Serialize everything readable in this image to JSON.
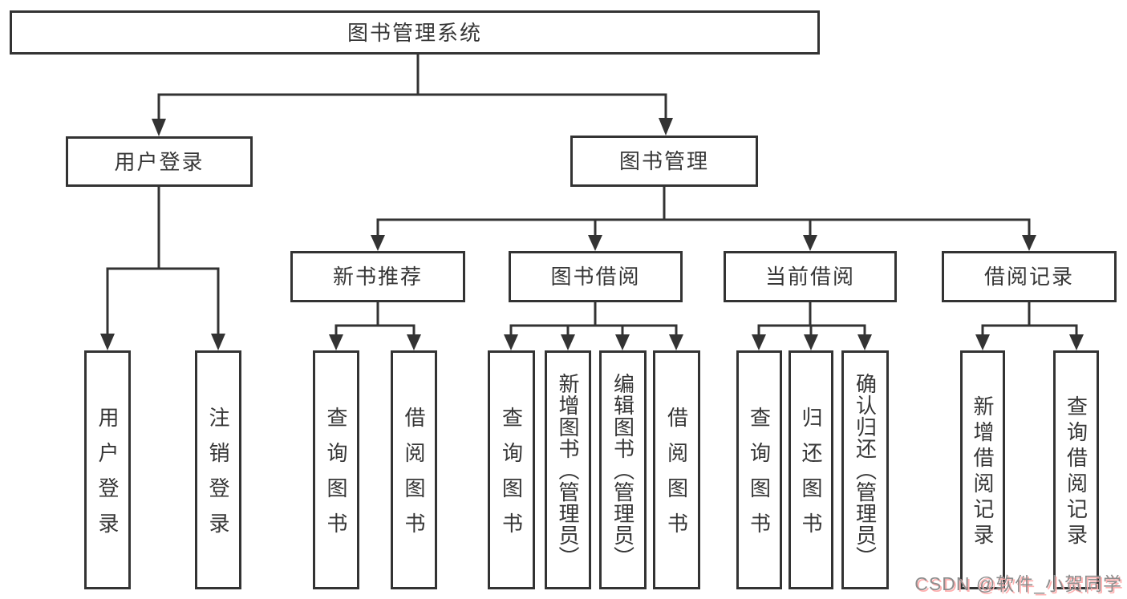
{
  "diagram": {
    "type": "hierarchy",
    "title": "图书管理系统"
  },
  "colors": {
    "line": "#333333",
    "node_border": "#333333",
    "node_background": "#ffffff",
    "text": "#363636",
    "watermark_text": "#8d8d8d",
    "watermark_shadow": "#ffb0b0"
  },
  "tree": {
    "label": "图书管理系统",
    "children": [
      {
        "label": "用户登录",
        "children": [
          {
            "label": "用户登录"
          },
          {
            "label": "注销登录"
          }
        ]
      },
      {
        "label": "图书管理",
        "children": [
          {
            "label": "新书推荐",
            "children": [
              {
                "label": "查询图书"
              },
              {
                "label": "借阅图书"
              }
            ]
          },
          {
            "label": "图书借阅",
            "children": [
              {
                "label": "查询图书"
              },
              {
                "label": "新增图书（管理员）"
              },
              {
                "label": "编辑图书（管理员）"
              },
              {
                "label": "借阅图书"
              }
            ]
          },
          {
            "label": "当前借阅",
            "children": [
              {
                "label": "查询图书"
              },
              {
                "label": "归还图书"
              },
              {
                "label": "确认归还（管理员）"
              }
            ]
          },
          {
            "label": "借阅记录",
            "children": [
              {
                "label": "新增借阅记录"
              },
              {
                "label": "查询借阅记录"
              }
            ]
          }
        ]
      }
    ]
  },
  "watermark": {
    "text": "CSDN @软件_小贺同学"
  }
}
